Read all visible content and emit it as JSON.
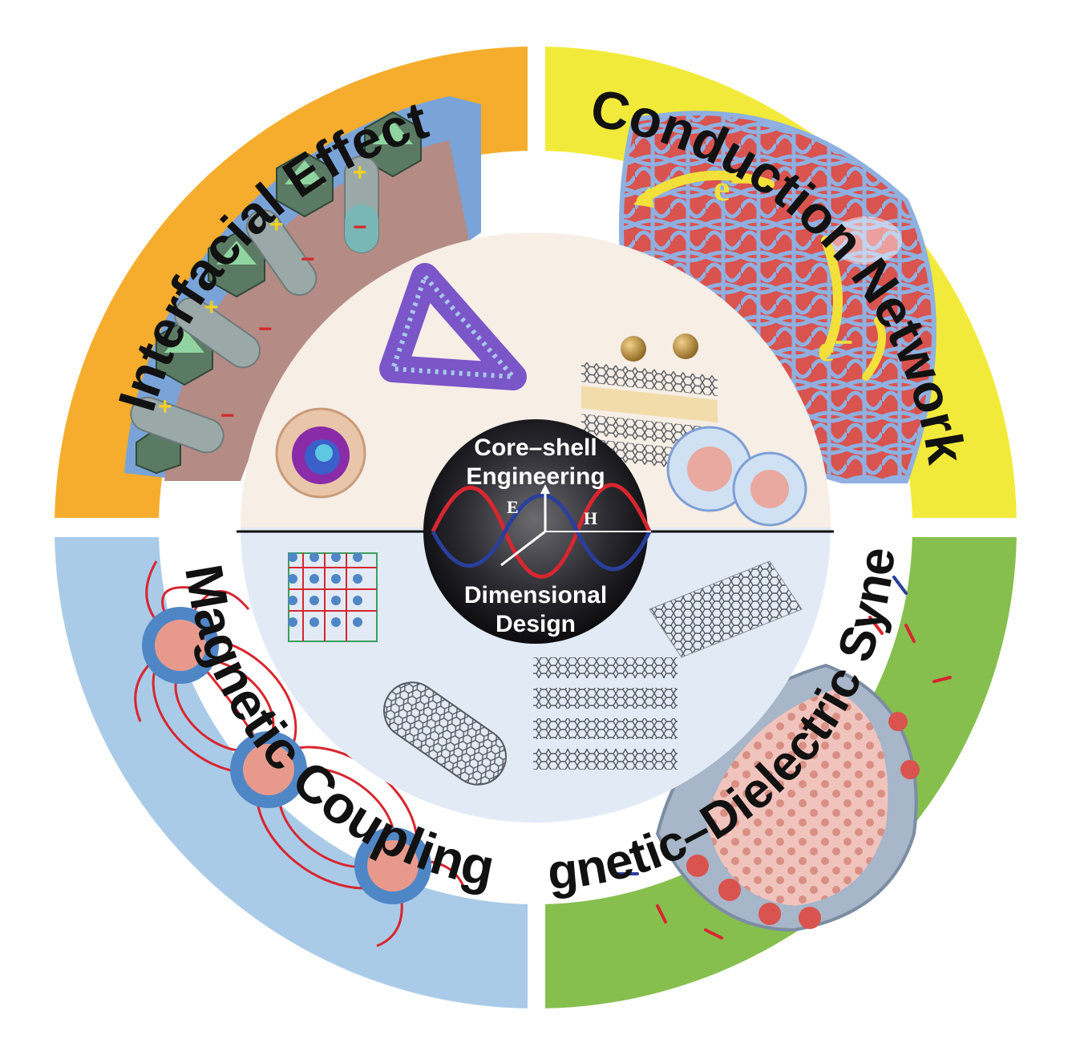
{
  "quadrants": {
    "top_left": {
      "label": "Interfacial Effect",
      "color": "#f6ad2e"
    },
    "top_right": {
      "label": "Conduction Network",
      "color": "#f2ea3a"
    },
    "bottom_left": {
      "label": "Magnetic Coupling",
      "color": "#a9cbe8"
    },
    "bottom_right": {
      "label": "Magnetic–Dielectric Synergy",
      "color": "#86bf4e"
    }
  },
  "center": {
    "top_label_line1": "Core–shell",
    "top_label_line2": "Engineering",
    "bottom_label_line1": "Dimensional",
    "bottom_label_line2": "Design",
    "field_e": "E",
    "field_h": "H"
  },
  "charges": {
    "plus": "+",
    "minus": "−"
  },
  "electron_label": "e⁻",
  "colors": {
    "wave_red": "#d8262f",
    "wave_blue": "#2a3f9b",
    "inner_top": "#f7eee6",
    "inner_bottom": "#e2ebf5",
    "particle_blue": "#4f86c6",
    "particle_core": "#e79a8c",
    "mesh_blue": "#7e9fd4",
    "mesh_red": "#d9534f"
  }
}
